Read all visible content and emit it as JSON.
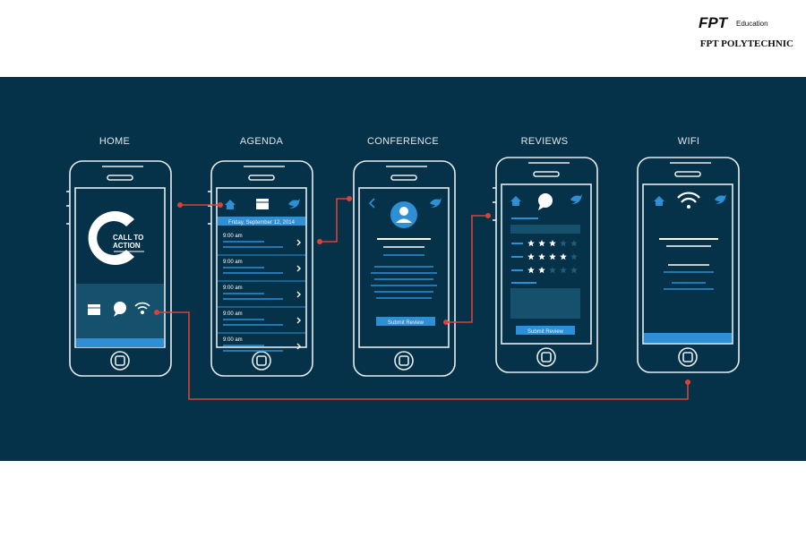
{
  "brand": {
    "logo": "FPT",
    "sub": "Education",
    "name": "FPT POLYTECHNIC"
  },
  "screens": [
    {
      "title": "HOME"
    },
    {
      "title": "AGENDA"
    },
    {
      "title": "CONFERENCE"
    },
    {
      "title": "REVIEWS"
    },
    {
      "title": "WIFI"
    }
  ],
  "home": {
    "logo_line1": "CALL TO",
    "logo_line2": "ACTION"
  },
  "agenda": {
    "date": "Friday, September 12, 2014",
    "times": [
      "9:00 am",
      "9:00 am",
      "9:00 am",
      "9:00 am",
      "9:00 am"
    ]
  },
  "conference": {
    "submit_label": "Submit Review"
  },
  "reviews": {
    "submit_label": "Submit Review",
    "ratings": [
      3,
      4,
      2
    ]
  },
  "colors": {
    "panel": "#063249",
    "accent": "#2e8fd4",
    "connector": "#d8423a",
    "outline": "#e6edf1"
  }
}
